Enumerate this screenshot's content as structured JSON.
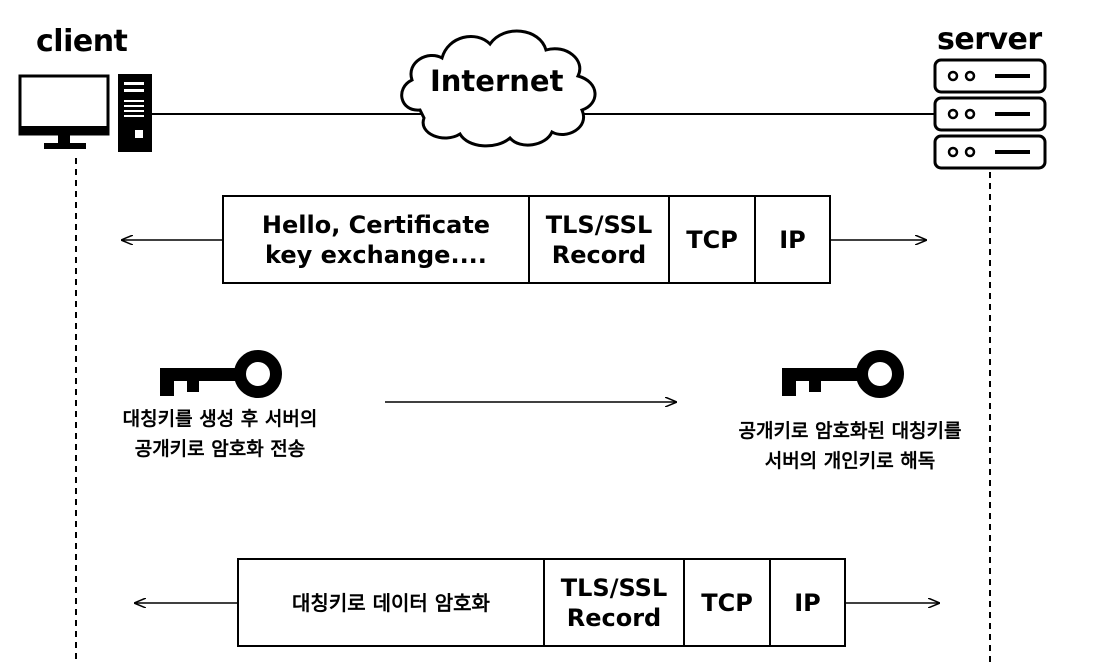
{
  "client": {
    "label": "client"
  },
  "server": {
    "label": "server"
  },
  "network": {
    "label": "Internet"
  },
  "packet1": {
    "payload": "Hello, Certificate\nkey exchange....",
    "record": "TLS/SSL\nRecord",
    "tcp": "TCP",
    "ip": "IP"
  },
  "key_exchange": {
    "client_text": "대칭키를 생성 후 서버의\n공개키로  암호화 전송",
    "server_text": "공개키로 암호화된 대칭키를\n서버의 개인키로 해독"
  },
  "packet2": {
    "payload": "대칭키로 데이터 암호화",
    "record": "TLS/SSL\nRecord",
    "tcp": "TCP",
    "ip": "IP"
  },
  "icons": [
    "monitor-icon",
    "tower-pc-icon",
    "cloud-icon",
    "server-rack-icon",
    "key-icon"
  ]
}
